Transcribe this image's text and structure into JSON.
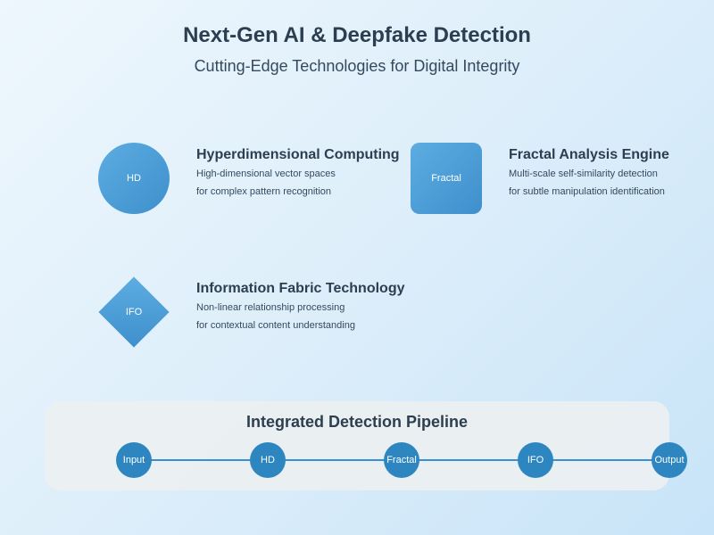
{
  "header": {
    "title": "Next-Gen AI & Deepfake Detection",
    "subtitle": "Cutting-Edge Technologies for Digital Integrity"
  },
  "technologies": [
    {
      "icon_label": "HD",
      "title": "Hyperdimensional Computing",
      "line1": "High-dimensional vector spaces",
      "line2": "for complex pattern recognition"
    },
    {
      "icon_label": "Fractal",
      "title": "Fractal Analysis Engine",
      "line1": "Multi-scale self-similarity detection",
      "line2": "for subtle manipulation identification"
    },
    {
      "icon_label": "IFO",
      "title": "Information Fabric Technology",
      "line1": "Non-linear relationship processing",
      "line2": "for contextual content understanding"
    }
  ],
  "pipeline": {
    "title": "Integrated Detection Pipeline",
    "nodes": [
      "Input",
      "HD",
      "Fractal",
      "IFO",
      "Output"
    ]
  },
  "colors": {
    "shape_gradient_start": "#5dade2",
    "shape_gradient_end": "#3e8fcc",
    "node_fill": "#2e86c1",
    "connector": "#3a8fd0",
    "pipeline_panel": "#ecf0f1"
  }
}
